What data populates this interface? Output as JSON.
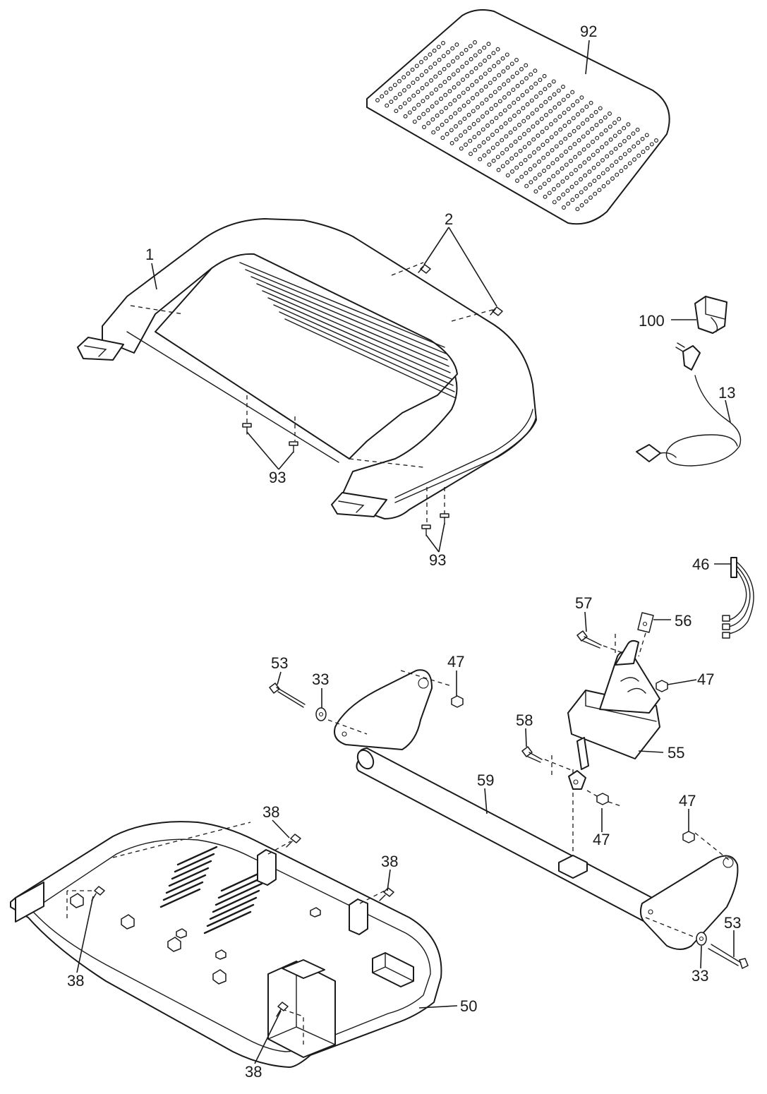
{
  "callouts": {
    "c92": "92",
    "c2": "2",
    "c1": "1",
    "c100": "100",
    "c13": "13",
    "c93a": "93",
    "c93b": "93",
    "c46": "46",
    "c57": "57",
    "c56": "56",
    "c53a": "53",
    "c33a": "33",
    "c47a": "47",
    "c47b": "47",
    "c58": "58",
    "c55": "55",
    "c59": "59",
    "c47c": "47",
    "c47d": "47",
    "c38a": "38",
    "c38b": "38",
    "c38c": "38",
    "c38d": "38",
    "c53b": "53",
    "c33b": "33",
    "c50": "50"
  },
  "parts": {
    "92": "perforated-tray",
    "1": "hood",
    "2": "screw",
    "93": "screw",
    "100": "switch",
    "13": "power-cord",
    "46": "wire-harness",
    "57": "bolt",
    "56": "bracket",
    "53": "bolt",
    "33": "washer",
    "47": "nut",
    "58": "bolt",
    "55": "motor",
    "59": "frame",
    "38": "screw",
    "50": "base-cover"
  },
  "colors": {
    "line": "#1a1a1a",
    "background": "#ffffff"
  }
}
